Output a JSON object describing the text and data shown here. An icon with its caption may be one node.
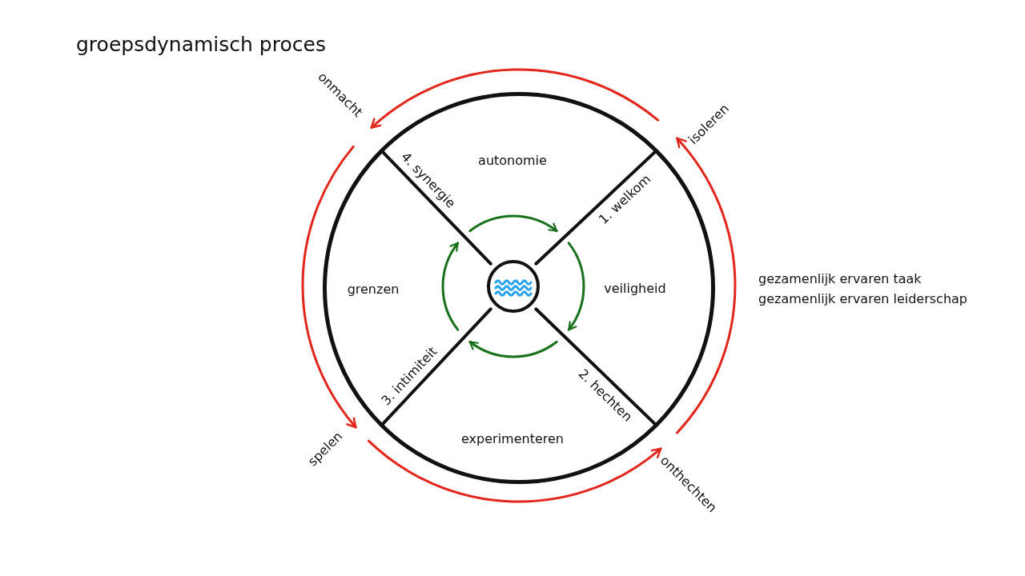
{
  "diagram": {
    "title": "groepsdynamisch proces",
    "nodes": [
      {
        "text": [
          "4. synergie",
          "autonomie",
          "1. welkom",
          "grenzen",
          "veiligheid",
          "3. intimiteit",
          "2. hechten",
          "experimenteren"
        ]
      },
      {
        "text": [],
        "shape": "circle",
        "in": 0
      }
    ],
    "labels": [
      "onmacht",
      "isoleren",
      "gezamenlijk ervaren taak",
      "gezamenlijk ervaren leiderschap",
      "spelen",
      "onthechten"
    ]
  }
}
